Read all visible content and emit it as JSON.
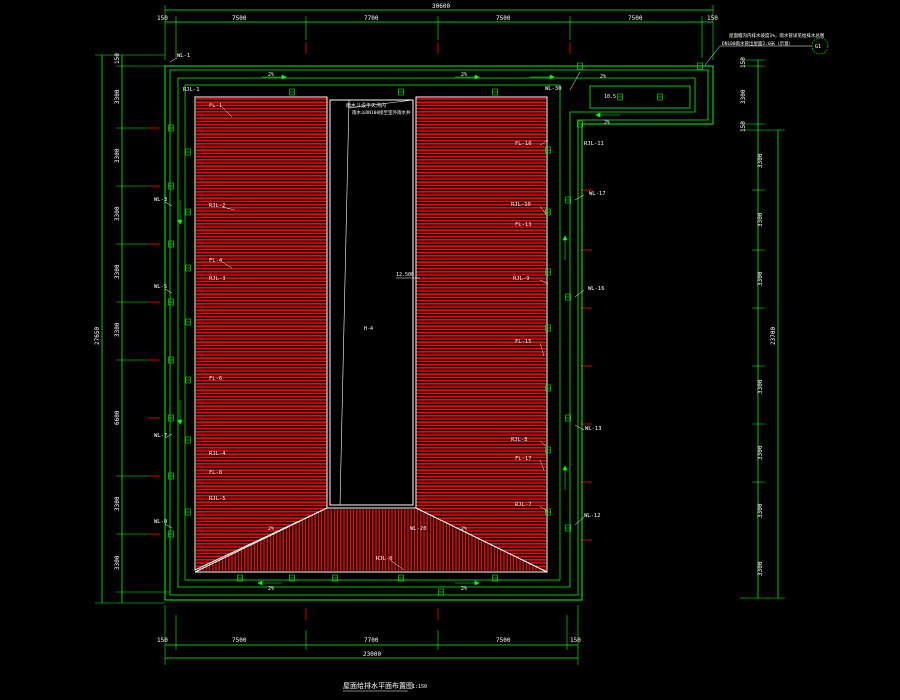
{
  "drawing": {
    "title": "屋面给排水平面布置图",
    "scale": "1:150",
    "colors": {
      "background": "#000000",
      "dimension": "#00ff00",
      "hatch": "#ff0000",
      "outline": "#ffffff",
      "text": "#ffffff"
    },
    "top_dims": {
      "overall": "30600",
      "segments": [
        "150",
        "7500",
        "7700",
        "7500",
        "7500",
        "150"
      ]
    },
    "bottom_dims": {
      "overall": "23000",
      "segments": [
        "150",
        "7500",
        "7700",
        "7500",
        "150"
      ]
    },
    "left_dims": {
      "overall": "27650",
      "segments": [
        "150",
        "3300",
        "3300",
        "3300",
        "3300",
        "3300",
        "6600",
        "3300",
        "3300"
      ]
    },
    "right_dims": {
      "overall": "23700",
      "upper": [
        "150",
        "3300",
        "150"
      ],
      "segments": [
        "3300",
        "3300",
        "3300",
        "3300",
        "3300",
        "3300",
        "3300"
      ]
    },
    "elevation": "12.500",
    "upper_elevation": "10.5",
    "room_label": "H-4",
    "note": "屋面檐沟内排水坡度1%，雨水管详见给排水总图",
    "note2": "雨水斗DN100接至室外雨水井",
    "center_note": "雨水斗设于天沟内",
    "right_note": "DN100雨水管出屋面2.0米（示意）",
    "circle_tag": "G1",
    "slopes": [
      "2%",
      "2%",
      "2%",
      "2%",
      "2%",
      "2%",
      "2%",
      "2%"
    ],
    "tags": {
      "wl_1": "WL-1",
      "wl_3": "WL-3",
      "wl_5": "WL-5",
      "wl_7": "WL-7",
      "wl_8": "WL-8",
      "wl_12": "WL-12",
      "wl_13": "WL-13",
      "wl_16": "WL-16",
      "wl_17": "WL-17",
      "wl_20": "WL-20",
      "wl_30": "WL-30",
      "rjl_1": "RJL-1",
      "rjl_2": "RJL-2",
      "rjl_3": "RJL-3",
      "rjl_4": "RJL-4",
      "rjl_5": "RJL-5",
      "rjl_6": "RJL-6",
      "rjl_7": "RJL-7",
      "rjl_8": "RJL-8",
      "rjl_9": "RJL-9",
      "rjl_10": "RJL-10",
      "rjl_11": "RJL-11",
      "fl_1": "FL-1",
      "fl_4": "FL-4",
      "fl_6": "FL-6",
      "fl_8": "FL-8",
      "fl_10": "FL-10",
      "fl_13": "FL-13",
      "fl_15": "FL-15",
      "fl_17": "FL-17"
    }
  }
}
